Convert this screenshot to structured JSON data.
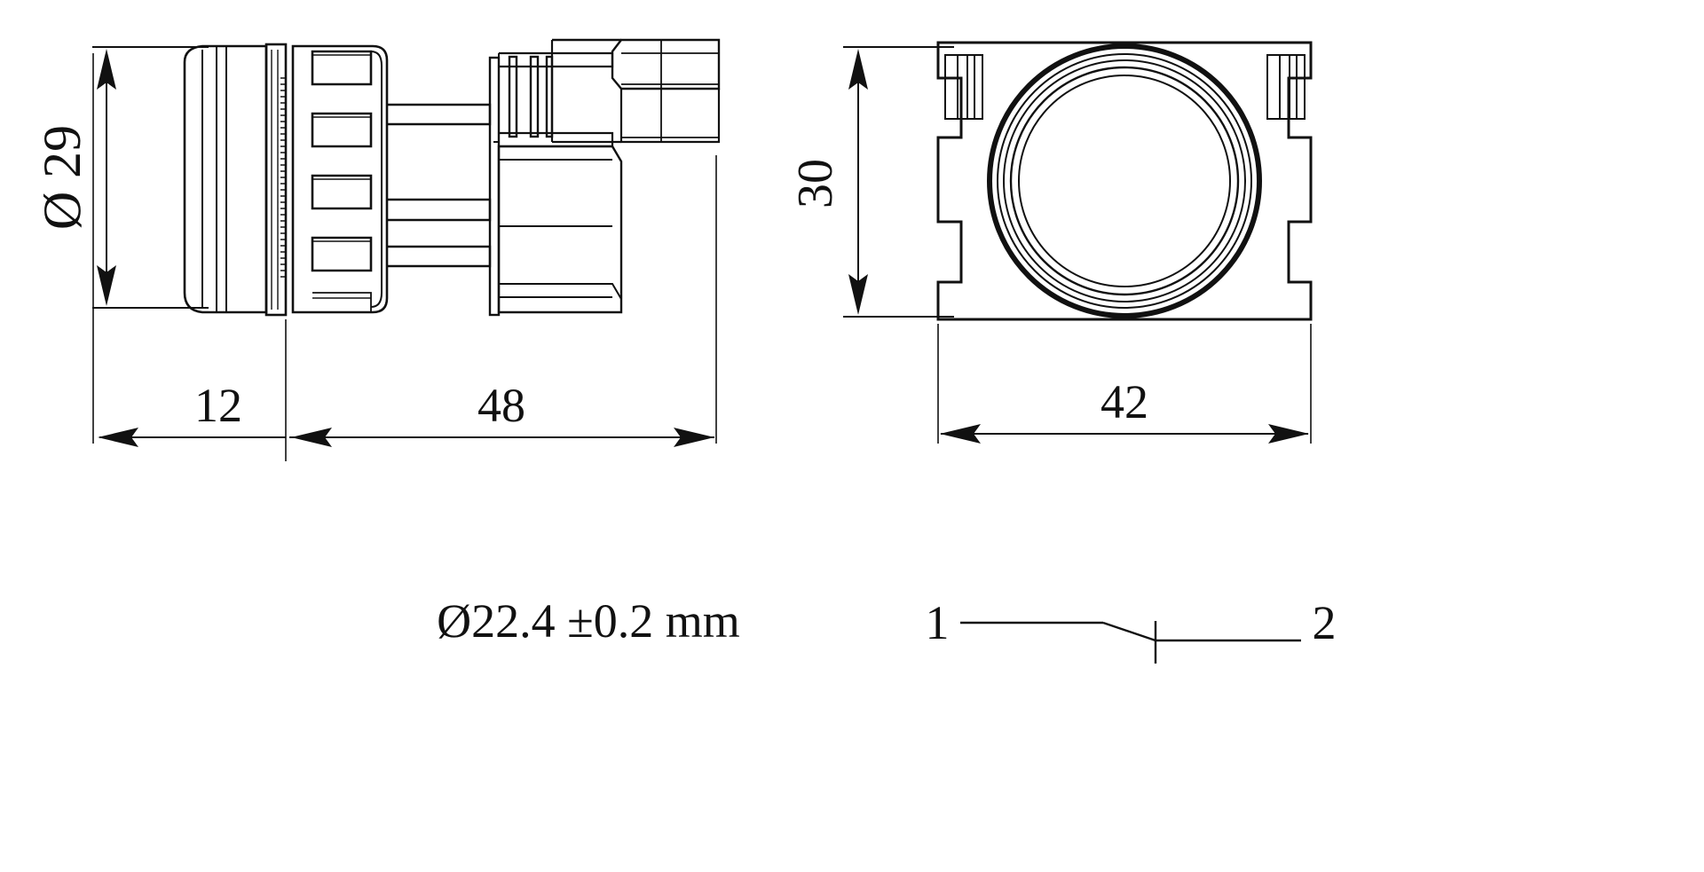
{
  "drawing": {
    "title": "push-button-technical-drawing",
    "background_color": "#ffffff",
    "line_color": "#111111",
    "units_note": "mm"
  },
  "side_view": {
    "name": "side-elevation-view",
    "dimensions": {
      "diameter_vertical": {
        "label": "Ø 29",
        "value": 29,
        "symbol": "Ø",
        "orientation": "vertical",
        "rotated_deg": -90
      },
      "front_depth": {
        "label": "12",
        "value": 12,
        "orientation": "horizontal"
      },
      "rear_depth": {
        "label": "48",
        "value": 48,
        "orientation": "horizontal"
      }
    }
  },
  "front_view": {
    "name": "front-elevation-view",
    "dimensions": {
      "height": {
        "label": "30",
        "value": 30,
        "orientation": "vertical",
        "rotated_deg": -90
      },
      "width": {
        "label": "42",
        "value": 42,
        "orientation": "horizontal"
      }
    }
  },
  "notes": {
    "mounting_hole": {
      "label": "Ø22.4 ±0.2 mm",
      "nominal": 22.4,
      "tolerance": "±0.2",
      "unit": "mm",
      "symbol": "Ø"
    }
  },
  "contact_diagram": {
    "name": "contact-schematic",
    "type": "normally-open-contact",
    "terminal_left": "1",
    "terminal_right": "2"
  },
  "chart_data": {
    "type": "table",
    "title": "Push button dimensions",
    "categories": [
      "Ø 29",
      "12",
      "48",
      "30",
      "42",
      "Ø22.4 ±0.2 mm"
    ],
    "values": [
      29,
      12,
      48,
      30,
      42,
      22.4
    ],
    "xlabel": "",
    "ylabel": "mm"
  }
}
